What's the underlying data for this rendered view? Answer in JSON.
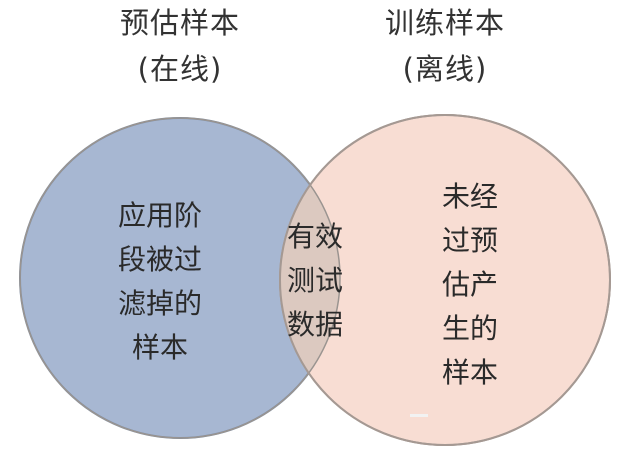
{
  "sets": {
    "left": {
      "title_line1": "预估样本",
      "title_line2": "(在线)",
      "fill": "#a7b7d2",
      "stroke": "#7c8ea5"
    },
    "right": {
      "title_line1": "训练样本",
      "title_line2": "(离线)",
      "fill": "#f8ddd3",
      "stroke": "#a59993"
    }
  },
  "regions": {
    "left_only": [
      "应用阶",
      "段被过",
      "滤掉的",
      "样本"
    ],
    "overlap": [
      "有效",
      "测试",
      "数据"
    ],
    "right_only": [
      "未经",
      "过预",
      "估产",
      "生的",
      "样本"
    ]
  },
  "overlap_fill": "#dcc9c0"
}
